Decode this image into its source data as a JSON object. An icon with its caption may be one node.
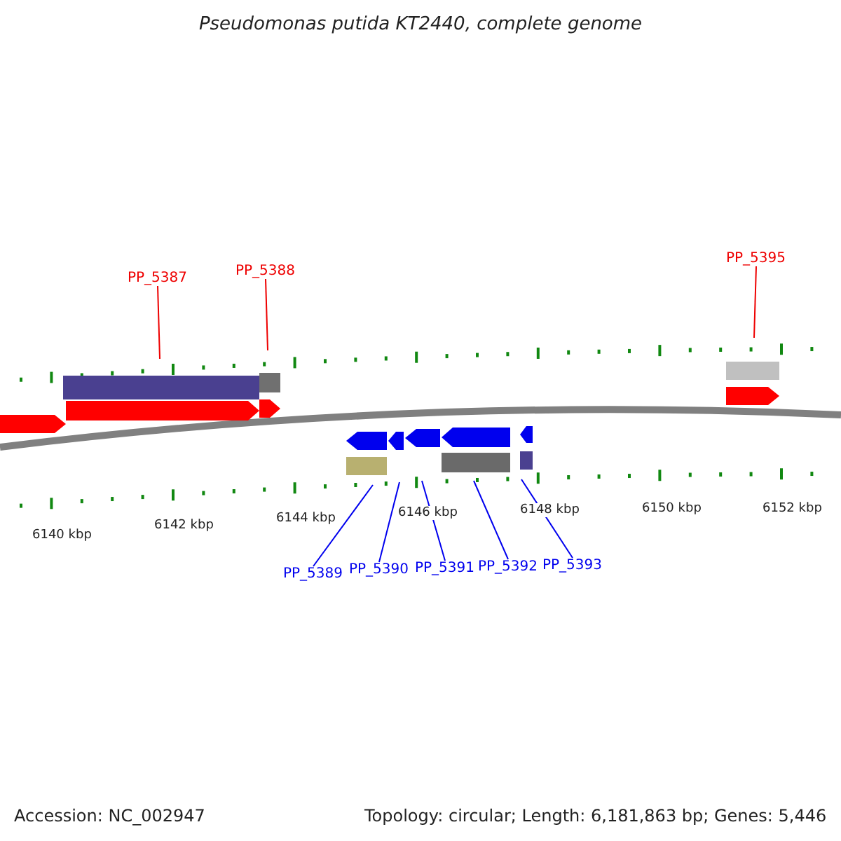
{
  "diagram": {
    "title": "Pseudomonas putida KT2440, complete genome",
    "nodes": [
      {
        "text": [
          "PP_5387"
        ]
      },
      {
        "text": [
          "PP_5388"
        ]
      },
      {
        "text": [
          "PP_5395"
        ]
      },
      {
        "text": [
          "PP_5389"
        ]
      },
      {
        "text": [
          "PP_5390"
        ]
      },
      {
        "text": [
          "PP_5391"
        ]
      },
      {
        "text": [
          "PP_5392"
        ]
      },
      {
        "text": [
          "PP_5393"
        ]
      }
    ],
    "edges": [
      {
        "from": 0,
        "to": null,
        "arrow": "none",
        "color": "#ee0000"
      },
      {
        "from": 1,
        "to": null,
        "arrow": "none",
        "color": "#ee0000"
      },
      {
        "from": 2,
        "to": null,
        "arrow": "none",
        "color": "#ee0000"
      },
      {
        "from": 3,
        "to": null,
        "arrow": "none"
      },
      {
        "from": 4,
        "to": null,
        "arrow": "none"
      },
      {
        "from": 5,
        "to": null,
        "arrow": "none"
      },
      {
        "from": 6,
        "to": null,
        "arrow": "none"
      },
      {
        "from": 7,
        "to": null,
        "arrow": "none"
      }
    ],
    "labels": [
      "6140 kbp",
      "6142 kbp",
      "6144 kbp",
      "6146 kbp",
      "6148 kbp",
      "6150 kbp",
      "6152 kbp",
      "Accession: NC_002947",
      "Topology: circular; Length: 6,181,863 bp; Genes: 5,446"
    ]
  }
}
